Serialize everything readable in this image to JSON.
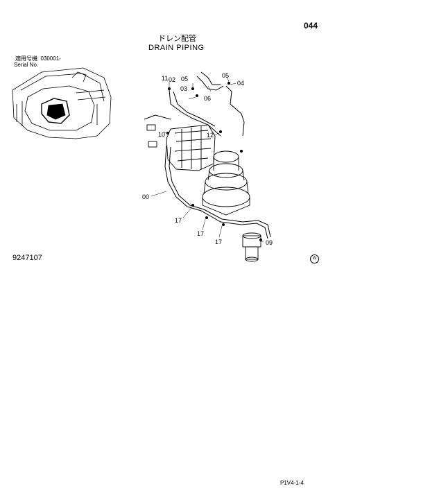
{
  "page_number": "044",
  "title_jp": "ドレン配管",
  "title_en": "DRAIN PIPING",
  "serial_label_jp": "適用号機",
  "serial_value": "030001-",
  "serial_label_en": "Serial No.",
  "figure_number": "9247107",
  "mark": "W",
  "footer_code": "P1V4-1-4",
  "callouts": [
    "11",
    "02",
    "05",
    "06",
    "05",
    "04",
    "03",
    "10",
    "12",
    "00",
    "17",
    "17",
    "17",
    "09"
  ]
}
